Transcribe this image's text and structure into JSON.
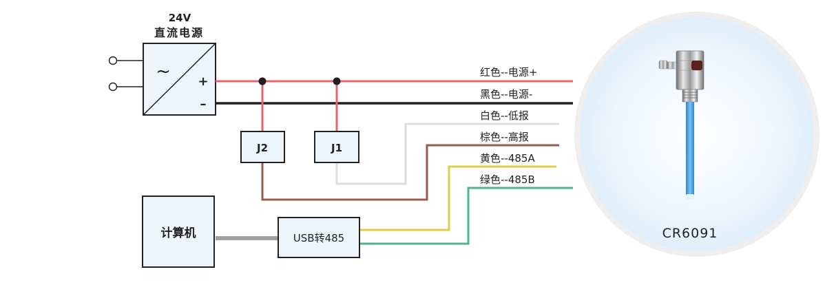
{
  "power_supply": {
    "title_line1": "24V",
    "title_line2": "直流电源",
    "ac_symbol": "~",
    "plus": "+",
    "minus": "–"
  },
  "relays": [
    {
      "label": "J2"
    },
    {
      "label": "J1"
    }
  ],
  "computer": {
    "label": "计算机"
  },
  "converter": {
    "label": "USB转485"
  },
  "wires": [
    {
      "label": "红色--电源+",
      "color": "#e8646a"
    },
    {
      "label": "黑色--电源-",
      "color": "#231f20"
    },
    {
      "label": "白色--低报",
      "color": "#dedcd9"
    },
    {
      "label": "棕色--高报",
      "color": "#9a5a4f"
    },
    {
      "label": "黄色--485A",
      "color": "#e0cc48"
    },
    {
      "label": "绿色--485B",
      "color": "#4cb68a"
    }
  ],
  "usb_cable_color": "#a0a0a0",
  "box_fill": "#edf5fc",
  "sensor": {
    "model": "CR6091",
    "probe_color": "#4aa3df"
  }
}
